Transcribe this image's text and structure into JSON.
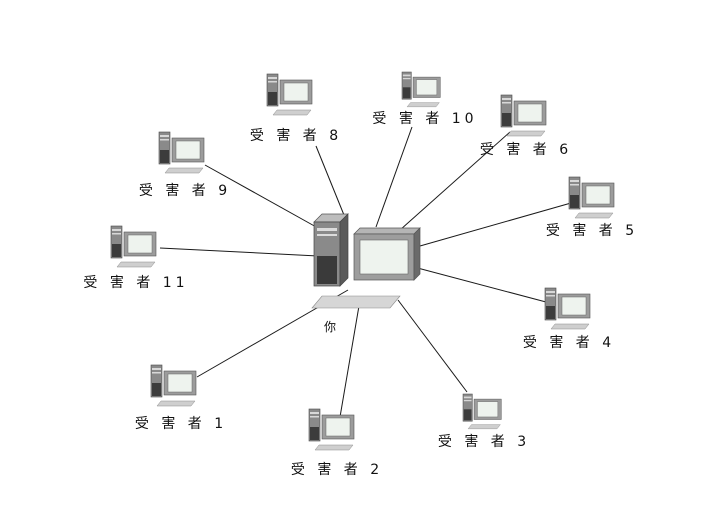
{
  "center": {
    "label": "你"
  },
  "nodes": [
    {
      "id": "victim-1",
      "label": "受 害 者 1"
    },
    {
      "id": "victim-2",
      "label": "受 害 者 2"
    },
    {
      "id": "victim-3",
      "label": "受 害 者 3"
    },
    {
      "id": "victim-4",
      "label": "受 害 者 4"
    },
    {
      "id": "victim-5",
      "label": "受 害 者 5"
    },
    {
      "id": "victim-6",
      "label": "受 害 者 6"
    },
    {
      "id": "victim-8",
      "label": "受 害 者 8"
    },
    {
      "id": "victim-9",
      "label": "受 害 者 9"
    },
    {
      "id": "victim-10",
      "label": "受 害 者 10"
    },
    {
      "id": "victim-11",
      "label": "受 害 者 11"
    }
  ]
}
